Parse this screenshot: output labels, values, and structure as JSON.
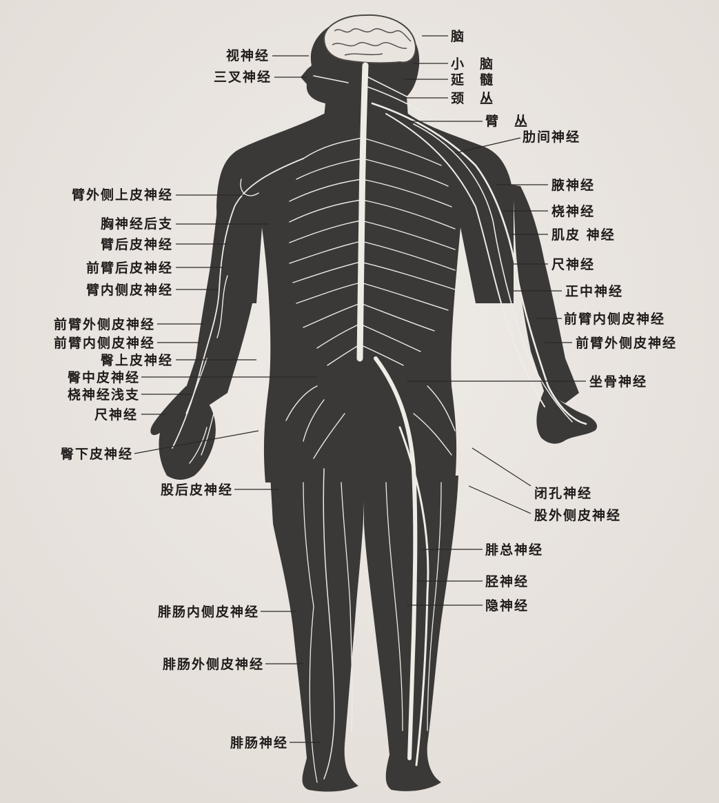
{
  "labels": {
    "brain": "脑",
    "optic_nerve": "视神经",
    "cerebellum": "小　脑",
    "trigeminal_nerve": "三叉神经",
    "medulla": "延　髓",
    "cervical_plexus": "颈　丛",
    "brachial_plexus": "臂　丛",
    "intercostal_nerve": "肋间神经",
    "upper_lateral_cutaneous_arm": "臂外侧上皮神经",
    "axillary_nerve": "腋神经",
    "thoracic_posterior_rami": "胸神经后支",
    "radial_nerve_r": "桡神经",
    "posterior_cutaneous_arm": "臂后皮神经",
    "musculocutaneous_nerve": "肌皮 神经",
    "posterior_cutaneous_forearm": "前臂后皮神经",
    "ulnar_nerve_r": "尺神经",
    "medial_cutaneous_arm": "臂内侧皮神经",
    "median_nerve": "正中神经",
    "medial_cutaneous_forearm_r": "前臂内侧皮神经",
    "lateral_cutaneous_forearm_l": "前臂外侧皮神经",
    "lateral_cutaneous_forearm_r": "前臂外侧皮神经",
    "medial_cutaneous_forearm_l": "前臂内侧皮神经",
    "superior_cluneal": "臀上皮神经",
    "middle_cluneal": "臀中皮神经",
    "sciatic_nerve": "坐骨神经",
    "superficial_radial": "桡神经浅支",
    "ulnar_nerve_l": "尺神经",
    "inferior_cluneal": "臀下皮神经",
    "obturator_nerve": "闭孔神经",
    "posterior_femoral_cutaneous": "股后皮神经",
    "lateral_femoral_cutaneous": "股外侧皮神经",
    "common_peroneal": "腓总神经",
    "tibial_nerve": "胫神经",
    "medial_sural_cutaneous": "腓肠内侧皮神经",
    "saphenous_nerve": "隐神经",
    "lateral_sural_cutaneous": "腓肠外侧皮神经",
    "sural_nerve": "腓肠神经"
  },
  "colors": {
    "paper": "#ebe6e2",
    "body": "#3b3938",
    "nerve": "#efece6",
    "brain": "#e9e5de",
    "ink": "#1e1b1a"
  }
}
